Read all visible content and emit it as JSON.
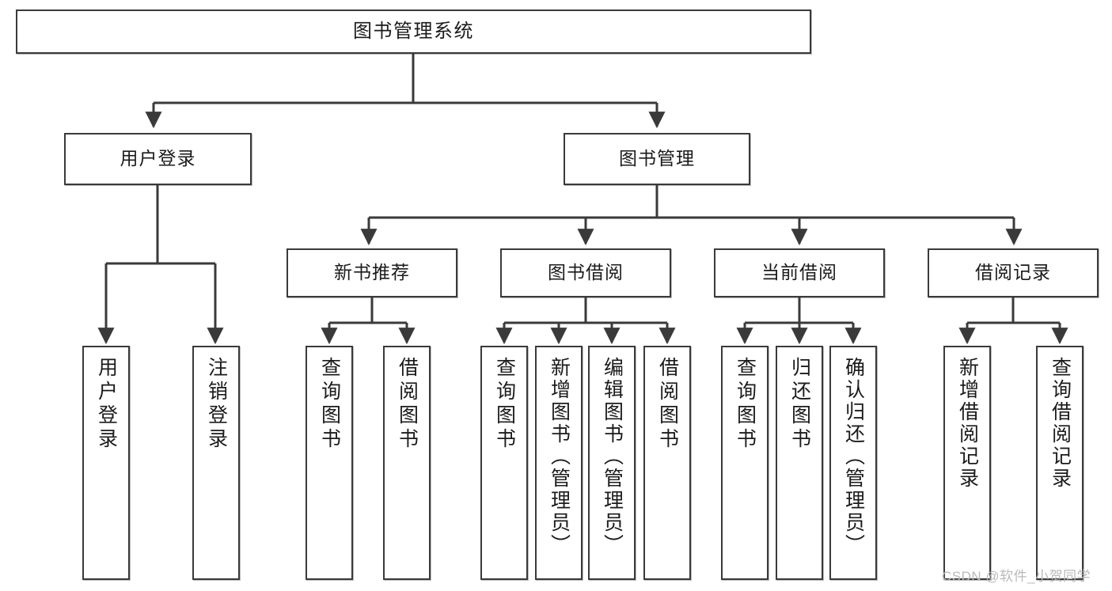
{
  "diagram": {
    "type": "tree-hierarchy",
    "title": "图书管理系统",
    "watermark": "CSDN @软件_小贺同学",
    "colors": {
      "stroke": "#3a3a3a",
      "fill": "#ffffff",
      "text": "#1b1b1b",
      "watermark": "#b9b9b9",
      "background": "#ffffff"
    },
    "levels": {
      "root": "图书管理系统",
      "level2": [
        "用户登录",
        "图书管理"
      ],
      "level3": [
        "新书推荐",
        "图书借阅",
        "当前借阅",
        "借阅记录"
      ]
    },
    "nodes": {
      "root": {
        "label": "图书管理系统"
      },
      "user_login": {
        "label": "用户登录"
      },
      "book_manage": {
        "label": "图书管理"
      },
      "new_book_rec": {
        "label": "新书推荐"
      },
      "book_borrow": {
        "label": "图书借阅"
      },
      "current_borrow": {
        "label": "当前借阅"
      },
      "borrow_record": {
        "label": "借阅记录"
      },
      "leaf_user_login": {
        "label": "用户登录"
      },
      "leaf_logout": {
        "label": "注销登录"
      },
      "leaf_query_book_a": {
        "label": "查询图书"
      },
      "leaf_borrow_book_a": {
        "label": "借阅图书"
      },
      "leaf_query_book_b": {
        "label": "查询图书"
      },
      "leaf_add_book": {
        "label": "新增图书（管理员）"
      },
      "leaf_edit_book": {
        "label": "编辑图书（管理员）"
      },
      "leaf_borrow_book_b": {
        "label": "借阅图书"
      },
      "leaf_query_book_c": {
        "label": "查询图书"
      },
      "leaf_return_book": {
        "label": "归还图书"
      },
      "leaf_confirm_return": {
        "label": "确认归还（管理员）"
      },
      "leaf_add_record": {
        "label": "新增借阅记录"
      },
      "leaf_query_record": {
        "label": "查询借阅记录"
      }
    },
    "edges": [
      {
        "from": "root",
        "to": "user_login"
      },
      {
        "from": "root",
        "to": "book_manage"
      },
      {
        "from": "user_login",
        "to": "leaf_user_login"
      },
      {
        "from": "user_login",
        "to": "leaf_logout"
      },
      {
        "from": "book_manage",
        "to": "new_book_rec"
      },
      {
        "from": "book_manage",
        "to": "book_borrow"
      },
      {
        "from": "book_manage",
        "to": "current_borrow"
      },
      {
        "from": "book_manage",
        "to": "borrow_record"
      },
      {
        "from": "new_book_rec",
        "to": "leaf_query_book_a"
      },
      {
        "from": "new_book_rec",
        "to": "leaf_borrow_book_a"
      },
      {
        "from": "book_borrow",
        "to": "leaf_query_book_b"
      },
      {
        "from": "book_borrow",
        "to": "leaf_add_book"
      },
      {
        "from": "book_borrow",
        "to": "leaf_edit_book"
      },
      {
        "from": "book_borrow",
        "to": "leaf_borrow_book_b"
      },
      {
        "from": "current_borrow",
        "to": "leaf_query_book_c"
      },
      {
        "from": "current_borrow",
        "to": "leaf_return_book"
      },
      {
        "from": "current_borrow",
        "to": "leaf_confirm_return"
      },
      {
        "from": "borrow_record",
        "to": "leaf_add_record"
      },
      {
        "from": "borrow_record",
        "to": "leaf_query_record"
      }
    ]
  }
}
